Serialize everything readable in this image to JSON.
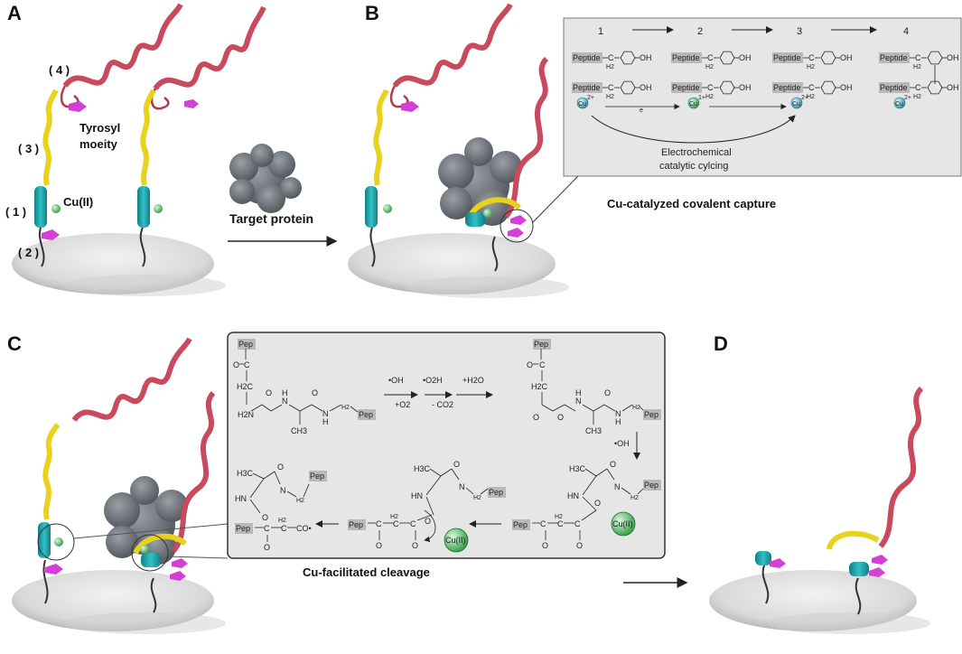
{
  "panels": {
    "a": "A",
    "b": "B",
    "c": "C",
    "d": "D"
  },
  "panel_a": {
    "label_4": "( 4 )",
    "label_3": "( 3 )",
    "label_1": "( 1 )",
    "label_2": "( 2 )",
    "tyrosyl_line1": "Tyrosyl",
    "tyrosyl_line2": "moeity",
    "cu": "Cu(II)"
  },
  "target_protein": "Target protein",
  "capture_caption": "Cu-catalyzed covalent capture",
  "cleavage_caption": "Cu-facilitated cleavage",
  "scheme_b": {
    "steps": [
      "1",
      "2",
      "3",
      "4"
    ],
    "peptide": "Peptide",
    "c": "C",
    "h2": "H2",
    "oh": "OH",
    "cu2": "Cu",
    "cu1": "Cu",
    "charge2": "2+",
    "charge1": "1+",
    "electron": "e",
    "cycle_line1": "Electrochemical",
    "cycle_line2": "catalytic cylcing"
  },
  "scheme_c": {
    "pep": "Pep",
    "oh_radical": "•OH",
    "o2h_radical": "•O2H",
    "plus_h2o": "+H2O",
    "plus_o2": "+O2",
    "minus_co2": "- CO2",
    "cu2": "Cu(II)",
    "h2n": "H2N",
    "ch3": "CH3",
    "h3c": "H3C",
    "nh": "NH",
    "hn": "HN",
    "co_radical": "CO•",
    "o": "O",
    "n": "N",
    "h": "H",
    "c": "C",
    "h2c": "H2C",
    "h2": "H2"
  },
  "colors": {
    "helix": "#c84a5c",
    "linker": "#e8d21e",
    "anchor": "#1aa3a8",
    "tyrosyl": "#d43fd6",
    "copper": "#5ac96f",
    "protein": "#6f7378",
    "surface": "#dcdcdc",
    "scheme_bg": "#e6e6e6",
    "peptide_box": "#b9b9b9"
  }
}
